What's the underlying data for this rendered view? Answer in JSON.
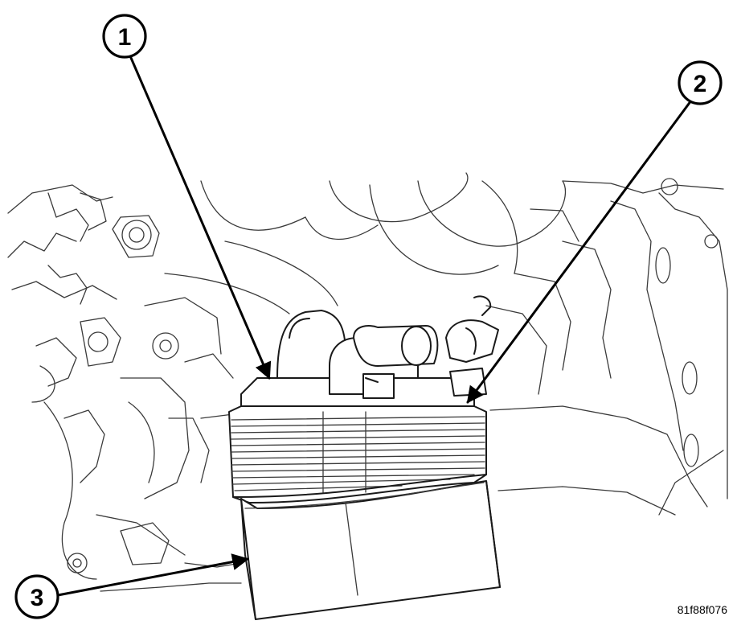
{
  "callouts": [
    {
      "label": "1"
    },
    {
      "label": "2"
    },
    {
      "label": "3"
    }
  ],
  "figure_code": "81f88f076"
}
